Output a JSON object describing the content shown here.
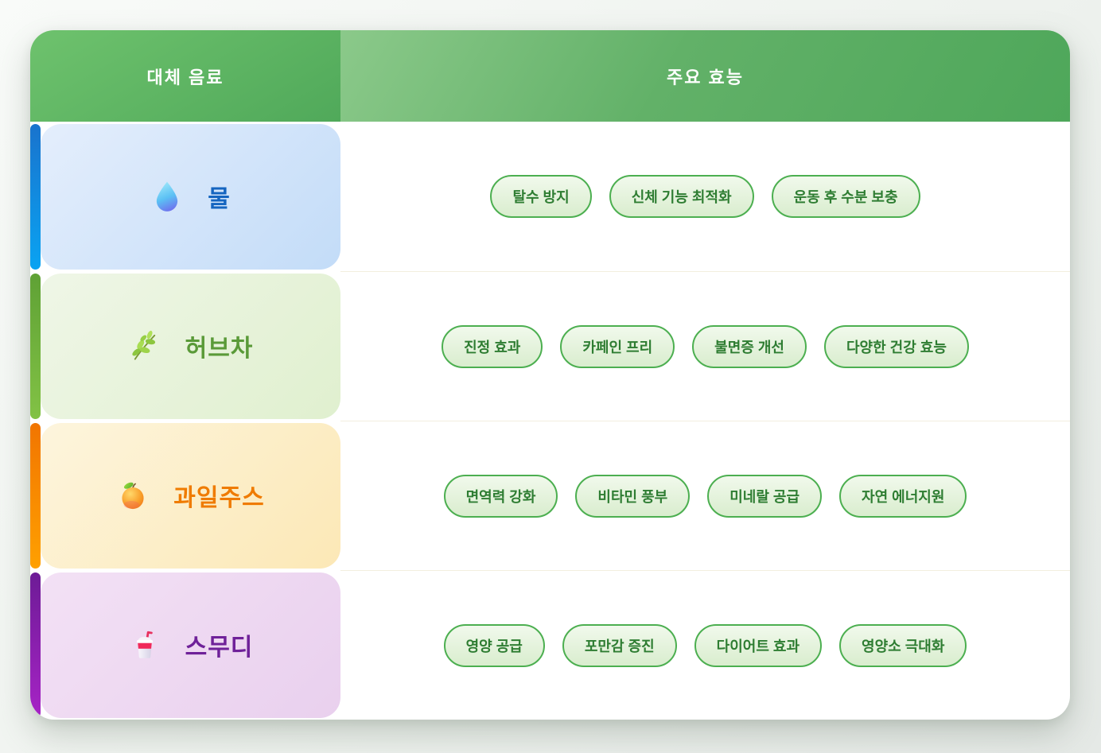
{
  "table": {
    "header": {
      "beverage_col": "대체 음료",
      "benefits_col": "주요 효능",
      "bg_color": "#5cb35f",
      "text_color": "#ffffff"
    },
    "pill_style": {
      "border_color": "#4caf50",
      "text_color": "#2e7d32",
      "bg_color": "#e3f1d9"
    },
    "rows": [
      {
        "name": "물",
        "icon": "droplet-icon",
        "accent_color": "#0d8fe0",
        "card_bg": "#d5e5fa",
        "name_color": "#1565c0",
        "benefits": [
          "탈수 방지",
          "신체 기능 최적화",
          "운동 후 수분 보충"
        ]
      },
      {
        "name": "허브차",
        "icon": "herb-icon",
        "accent_color": "#6fae3a",
        "card_bg": "#e6f1d9",
        "name_color": "#5a9a38",
        "benefits": [
          "진정 효과",
          "카페인 프리",
          "불면증 개선",
          "다양한 건강 효능"
        ]
      },
      {
        "name": "과일주스",
        "icon": "tangerine-icon",
        "accent_color": "#f78c00",
        "card_bg": "#fcedc8",
        "name_color": "#ef7b00",
        "benefits": [
          "면역력 강화",
          "비타민 풍부",
          "미네랄 공급",
          "자연 에너지원"
        ]
      },
      {
        "name": "스무디",
        "icon": "cup-with-straw-icon",
        "accent_color": "#8a1fb4",
        "card_bg": "#eed8f1",
        "name_color": "#6f2199",
        "benefits": [
          "영양 공급",
          "포만감 증진",
          "다이어트 효과",
          "영양소 극대화"
        ]
      }
    ]
  }
}
